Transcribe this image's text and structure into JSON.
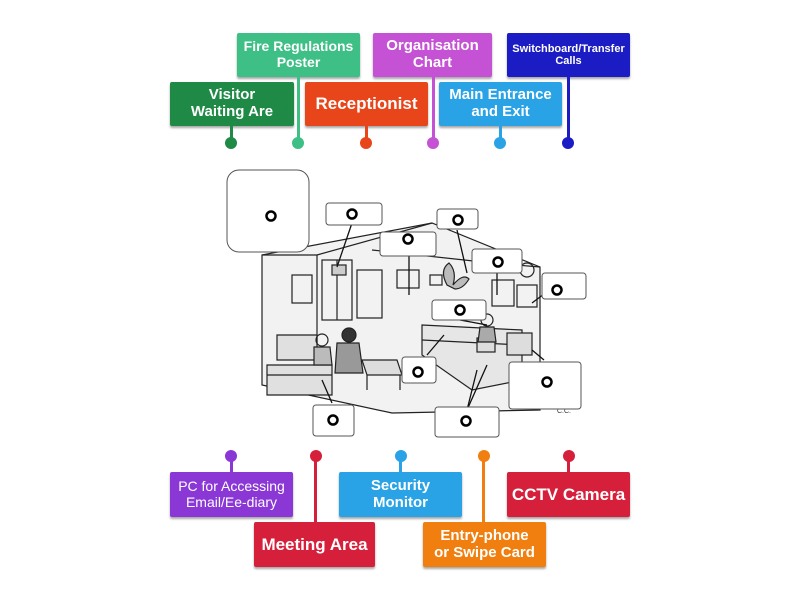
{
  "labels": {
    "visitor": "Visitor\nWaiting Are",
    "fire": "Fire Regulations\nPoster",
    "receptionist": "Receptionist",
    "org": "Organisation\nChart",
    "entrance": "Main Entrance\nand Exit",
    "switchboard": "Switchboard/Transfer\nCalls",
    "pc": "PC for Accessing\nEmail/Ee-diary",
    "meeting": "Meeting Area",
    "security": "Security\nMonitor",
    "entryphone": "Entry-phone\nor Swipe Card",
    "cctv": "CCTV Camera"
  },
  "colors": {
    "visitor": "#1e8a45",
    "fire": "#3dbf85",
    "receptionist": "#e8461a",
    "org": "#c552d4",
    "entrance": "#2aa3e6",
    "switchboard": "#1c1cc4",
    "pc": "#8a37d6",
    "meeting": "#d6203b",
    "security": "#2aa3e6",
    "entryphone": "#f07f10",
    "cctv": "#d6203b"
  },
  "illustration": {
    "signature": "C.C."
  }
}
